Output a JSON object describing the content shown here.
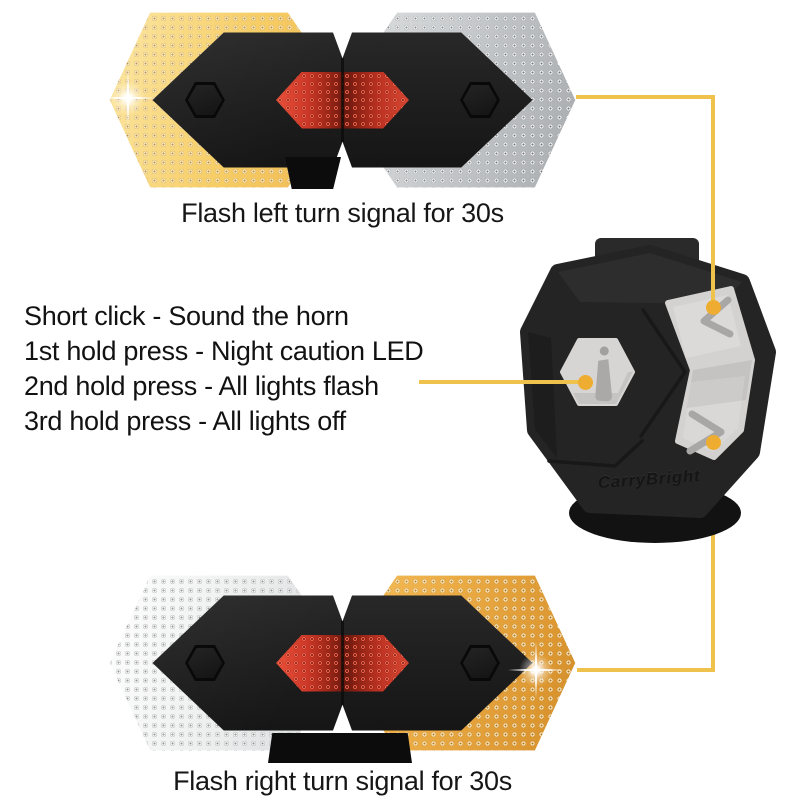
{
  "figure_top": {
    "caption": "Flash left turn signal for 30s"
  },
  "figure_bottom": {
    "caption": "Flash right turn signal for 30s"
  },
  "instructions": {
    "lines": [
      "Short click - Sound the horn",
      "1st hold press - Night caution LED",
      "2nd hold press - All lights flash",
      "3rd hold press - All lights off"
    ]
  },
  "remote": {
    "brand": "CarryBright",
    "buttons": {
      "function_button_icon": "exclamation-horn-icon",
      "upper_button_icon": "chevron-up-icon",
      "lower_button_icon": "chevron-down-icon"
    }
  },
  "colors": {
    "annotation_line": "#efc24d",
    "annotation_dot": "#eead31",
    "amber_lens": "#eeb04a",
    "silver_lens": "#cfd2d4",
    "red_reflector": "#cf3929",
    "device_black": "#232323",
    "text": "#141414",
    "background": "#ffffff"
  }
}
